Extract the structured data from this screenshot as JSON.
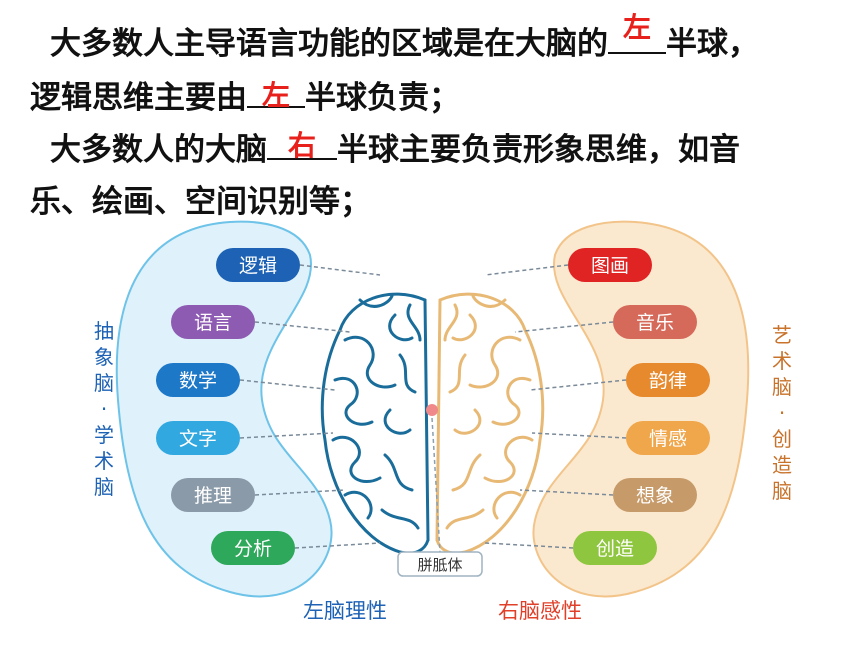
{
  "text": {
    "line1_a": "大多数人主导语言功能的区域是在大脑的",
    "blank1": "左",
    "line1_b": "半球，",
    "line2_a": "逻辑思维主要由",
    "blank2": "左",
    "line2_b": "半球负责；",
    "line3_a": "大多数人的大脑",
    "blank3": "右",
    "line3_b": "半球主要负责形象思维，如音",
    "line4": "乐、绘画、空间识别等；"
  },
  "diagram": {
    "left_items": [
      "逻辑",
      "语言",
      "数学",
      "文字",
      "推理",
      "分析"
    ],
    "right_items": [
      "图画",
      "音乐",
      "韵律",
      "情感",
      "想象",
      "创造"
    ],
    "left_side_label": "抽象脑·学术脑",
    "right_side_label": "艺术脑·创造脑",
    "left_bottom_label": "左脑理性",
    "right_bottom_label": "右脑感性",
    "center_label": "胼胝体",
    "colors": {
      "left_panel": "#dff1fb",
      "left_panel_stroke": "#6ec3e8",
      "right_panel": "#fbe9cf",
      "right_panel_stroke": "#f2c48a",
      "left_brain": "#1a6d9a",
      "right_brain": "#e7b975",
      "answer": "#e8201b"
    },
    "left_item_colors": [
      "#1d62b4",
      "#8e5bb3",
      "#1e78c8",
      "#32a8e0",
      "#8a9aa8",
      "#2ea85a"
    ],
    "right_item_colors": [
      "#e02424",
      "#d66a5a",
      "#e7892d",
      "#f0a64a",
      "#c79a6a",
      "#8fc63f"
    ]
  }
}
